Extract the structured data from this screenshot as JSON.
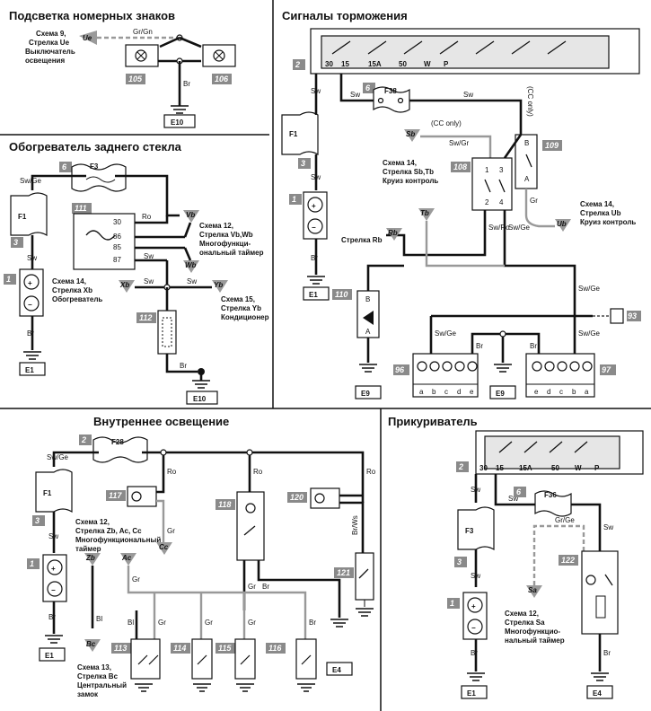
{
  "sections": {
    "licence": {
      "title": "Подсветка номерных знаков",
      "ref": [
        "Схема 9,",
        "Стрелка Ue",
        "Выключатель",
        "освещения"
      ],
      "arrow": "Ue",
      "wire": "Gr/Gn",
      "ground_wire": "Br",
      "components": [
        "105",
        "106"
      ],
      "ground": "E10"
    },
    "rear_heater": {
      "title": "Обогреватель заднего стекла",
      "fuse": "F3",
      "fuse_box": "F1",
      "wires": [
        "Sw/Ge",
        "Ro",
        "Sw",
        "Sw",
        "Sw",
        "Br",
        "Br"
      ],
      "relay": "111",
      "pins": [
        "30",
        "86",
        "85",
        "87"
      ],
      "arrows": [
        "Vb",
        "Wb",
        "Xb",
        "Yb"
      ],
      "ref1": [
        "Схема 12,",
        "Стрелка Vb,Wb",
        "Многофункци-",
        "ональный таймер"
      ],
      "ref2": [
        "Схема 14,",
        "Стрелка Xb",
        "Обогреватель"
      ],
      "ref3": [
        "Схема 15,",
        "Стрелка Yb",
        "Кондиционер"
      ],
      "components": [
        "6",
        "1",
        "3",
        "111",
        "112"
      ],
      "grounds": [
        "E1",
        "E10"
      ]
    },
    "brake": {
      "title": "Сигналы торможения",
      "pins": [
        "30",
        "15",
        "15A",
        "50",
        "W",
        "P"
      ],
      "fuse": "F38",
      "fuse_box": "F1",
      "wires": [
        "Sw",
        "Sw",
        "Sw",
        "Sw",
        "Sw/Gr",
        "Gr",
        "Sw/Ro",
        "Sw/Ge",
        "Sw/Ge",
        "Sw/Ge",
        "Sw/Ge",
        "Br",
        "Br",
        "Br"
      ],
      "cc_only_1": "(CC only)",
      "cc_only_2": "(CC only)",
      "arrows": [
        "Sb",
        "Tb",
        "Rb",
        "Ub"
      ],
      "ref_sb": [
        "Схема 14,",
        "Стрелка Sb,Tb",
        "Круиз контроль"
      ],
      "ref_ub": [
        "Схема 14,",
        "Стрелка Ub",
        "Круиз контроль"
      ],
      "ref_rb": "Стрелка Rb",
      "components": [
        "2",
        "6",
        "3",
        "1",
        "108",
        "109",
        "110",
        "93",
        "96",
        "97"
      ],
      "lamp_pins_96": [
        "a",
        "b",
        "c",
        "d",
        "e"
      ],
      "lamp_pins_97": [
        "e",
        "d",
        "c",
        "b",
        "a"
      ],
      "grounds": [
        "E1",
        "E9",
        "E9"
      ]
    },
    "interior": {
      "title": "Внутреннее освещение",
      "fuse": "F28",
      "fuse_box": "F1",
      "wires": [
        "Sw/Ge",
        "Ro",
        "Ro",
        "Ro",
        "Gr",
        "Br",
        "Br",
        "Br/Ws",
        "Bl",
        "Bl",
        "Gr",
        "Gr",
        "Gr",
        "Gr",
        "Gr",
        "Br",
        "Sw"
      ],
      "ref": [
        "Схема 12,",
        "Стрелка Zb, Ac, Cc",
        "Многофункциональный",
        "таймер"
      ],
      "ref_bc": [
        "Схема 13,",
        "Стрелка Bc",
        "Центральный",
        "замок"
      ],
      "arrows": [
        "Zb",
        "Ac",
        "Cc",
        "Bc"
      ],
      "components": [
        "2",
        "3",
        "1",
        "117",
        "118",
        "120",
        "121",
        "113",
        "114",
        "115",
        "116"
      ],
      "grounds": [
        "E1",
        "E4"
      ]
    },
    "lighter": {
      "title": "Прикуриватель",
      "pins": [
        "30",
        "15",
        "15A",
        "50",
        "W",
        "P"
      ],
      "fuse": "F36",
      "fuse_box": "F3",
      "wires": [
        "Sw",
        "Sw",
        "Sw",
        "Gr/Ge",
        "Br",
        "Br"
      ],
      "ref": [
        "Схема 12,",
        "Стрелка Sa",
        "Многофункцио-",
        "нальный таймер"
      ],
      "arrow": "Sa",
      "components": [
        "2",
        "6",
        "3",
        "1",
        "122"
      ],
      "grounds": [
        "E1",
        "E4"
      ]
    }
  }
}
